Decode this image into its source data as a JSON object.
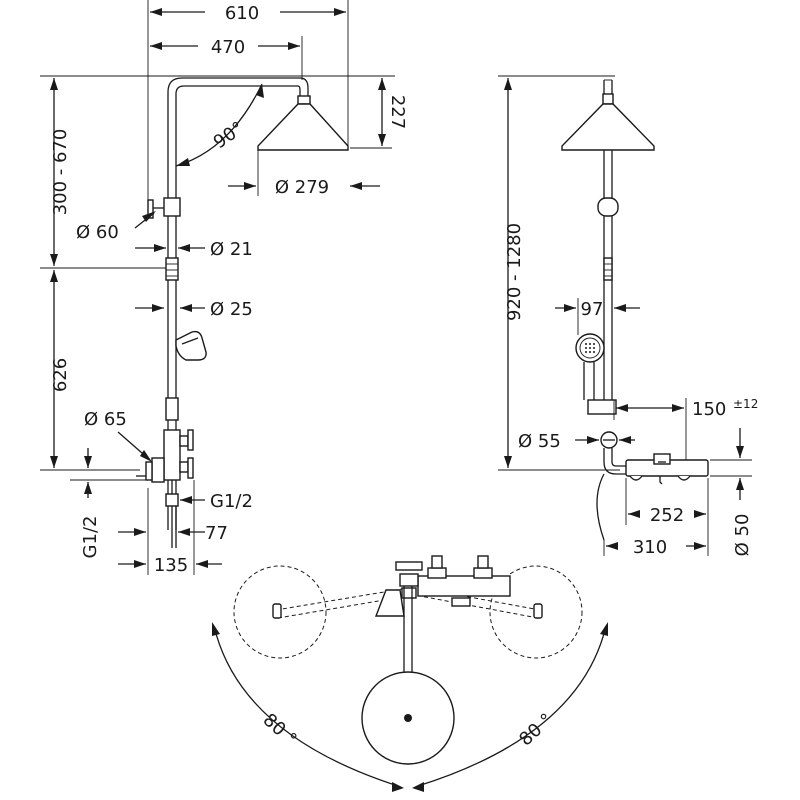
{
  "front_view": {
    "width_overall": "610",
    "arm_length": "470",
    "head_height": "227",
    "arm_angle": "90°",
    "head_diameter": "Ø 279",
    "height_adjust": "300 - 670",
    "rose_diameter": "Ø 60",
    "upper_pipe_diameter": "Ø 21",
    "lower_pipe_diameter": "Ø 25",
    "lower_height": "626",
    "wall_rose_diameter": "Ø 65",
    "connection_left": "G1/2",
    "connection_right": "G1/2",
    "spout_offset": "77",
    "wall_depth": "135"
  },
  "side_view": {
    "height_range": "920 - 1280",
    "handshower_diameter": "97",
    "outlet_diameter": "Ø 55",
    "mixer_offset": "150",
    "mixer_offset_tolerance": "±12",
    "mixer_width": "252",
    "overall_depth": "310",
    "mixer_diameter": "Ø 50"
  },
  "top_view": {
    "swivel_left": "80 °",
    "swivel_right": "80 °"
  }
}
